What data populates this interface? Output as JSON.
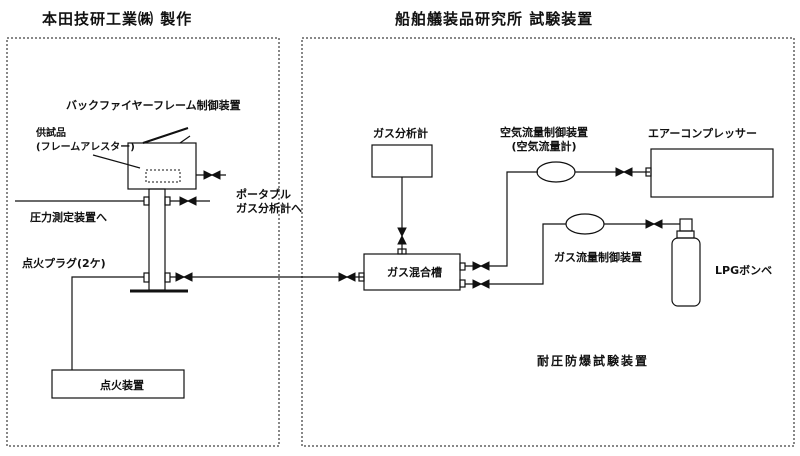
{
  "titles": {
    "left": "本田技研工業㈱ 製作",
    "right": "船舶艤装品研究所 試験装置"
  },
  "labels": {
    "back_fire": "バックファイヤーフレーム制御装置",
    "sample_line1": "供試品",
    "sample_line2": "(フレームアレスター)",
    "pressure": "圧力測定装置へ",
    "portable_line1": "ポータブル",
    "portable_line2": "ガス分析計へ",
    "spark_plug": "点火プラグ(2ケ)",
    "igniter": "点火装置",
    "gas_analyzer": "ガス分析計",
    "gas_mix_tank": "ガス混合槽",
    "air_flow_line1": "空気流量制御装置",
    "air_flow_line2": "(空気流量計)",
    "air_compressor": "エアーコンプレッサー",
    "gas_flow": "ガス流量制御装置",
    "lpg": "LPGボンベ",
    "explosion_test": "耐圧防爆試験装置"
  }
}
